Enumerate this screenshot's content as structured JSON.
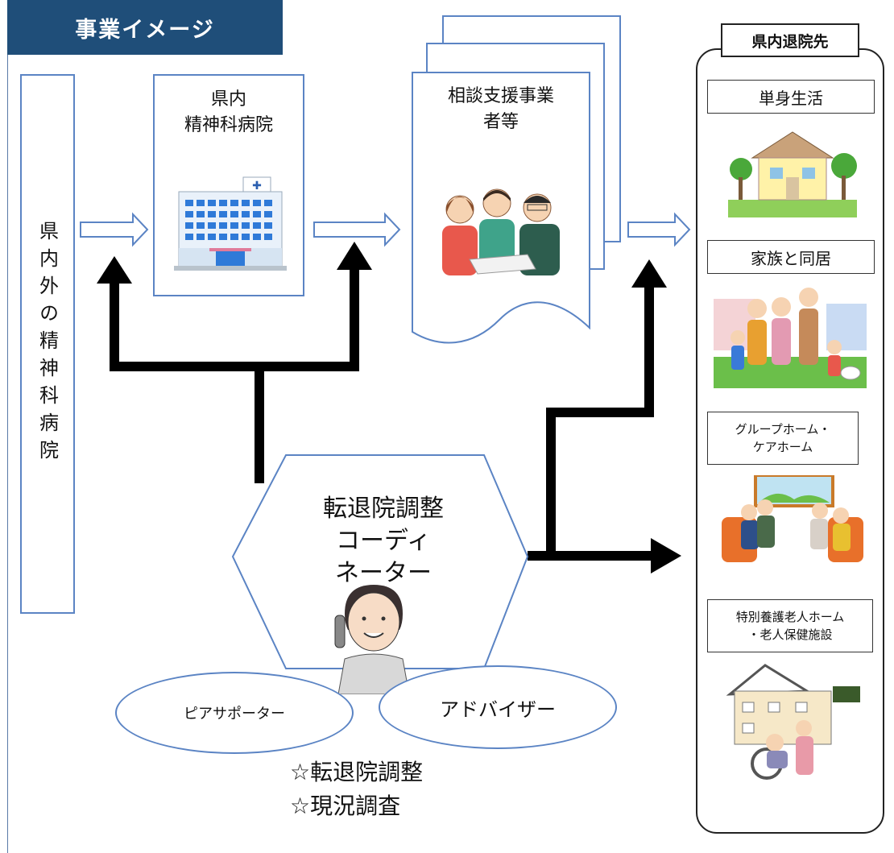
{
  "header": {
    "title": "事業イメージ"
  },
  "left_hospitals": {
    "label": "県内外の精神科病院"
  },
  "prefectural_hospital": {
    "line1": "県内",
    "line2": "精神科病院"
  },
  "consultation": {
    "line1": "相談支援事業",
    "line2": "者等"
  },
  "coordinator": {
    "line1": "転退院調整",
    "line2": "コーディ",
    "line3": "ネーター"
  },
  "supporters": {
    "peer": "ピアサポーター",
    "advisor": "アドバイザー"
  },
  "tasks": {
    "item1": "☆転退院調整",
    "item2": "☆現況調査"
  },
  "destinations": {
    "title": "県内退院先",
    "single_living": "単身生活",
    "family": "家族と同居",
    "group_home_line1": "グループホーム・",
    "group_home_line2": "ケアホーム",
    "nursing_line1": "特別養護老人ホーム",
    "nursing_line2": "・老人保健施設"
  },
  "colors": {
    "header_bg": "#1f4e79",
    "box_border": "#5b84c4",
    "arrow": "#000000"
  }
}
